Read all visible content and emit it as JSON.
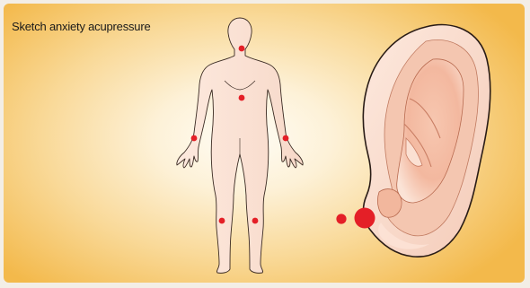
{
  "title": "Sketch anxiety acupressure",
  "colors": {
    "point": "#e41f27",
    "skin": "#fbe6da",
    "outline": "#3a2a22",
    "background_edge": "#f3b94b"
  },
  "icons": [
    "body-figure",
    "ear-illustration"
  ]
}
